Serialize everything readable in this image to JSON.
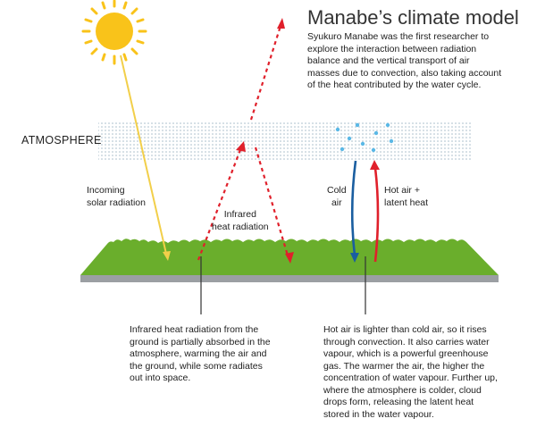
{
  "title": "Manabe’s climate model",
  "intro": "Syukuro Manabe was the first researcher to\nexplore the interaction between radiation\nbalance and the vertical transport of air\nmasses due to convection, also taking account\nof the heat contributed by the water cycle.",
  "atmosphere_label": "ATMOSPHERE",
  "labels": {
    "incoming": "Incoming\nsolar radiation",
    "infrared": "Infrared\nheat radiation",
    "cold_air": "Cold\nair",
    "hot_air": "Hot air +\nlatent heat"
  },
  "captions": {
    "left": "Infrared heat radiation from the\nground is partially absorbed in the\natmosphere, warming the air and\nthe ground, while some radiates\nout into space.",
    "right": "Hot air is lighter than cold air, so it rises\nthrough convection. It also carries water\nvapour, which is a powerful greenhouse\ngas. The warmer the air, the higher the\nconcentration of water vapour. Further up,\nwhere the atmosphere is colder, cloud\ndrops form, releasing the latent heat\nstored in the water vapour."
  },
  "colors": {
    "sun": "#f9c31a",
    "sun_ray": "#f2cf4a",
    "infrared": "#e0202b",
    "cold_air": "#1a5ea0",
    "hot_air": "#e0202b",
    "ground": "#6aae2c",
    "ground_base": "#9b9fa3",
    "atmosphere_dots": "#9fb6c4",
    "droplets": "#5ab8e6"
  },
  "icons": [
    "sun-icon",
    "water-droplets-icon"
  ]
}
